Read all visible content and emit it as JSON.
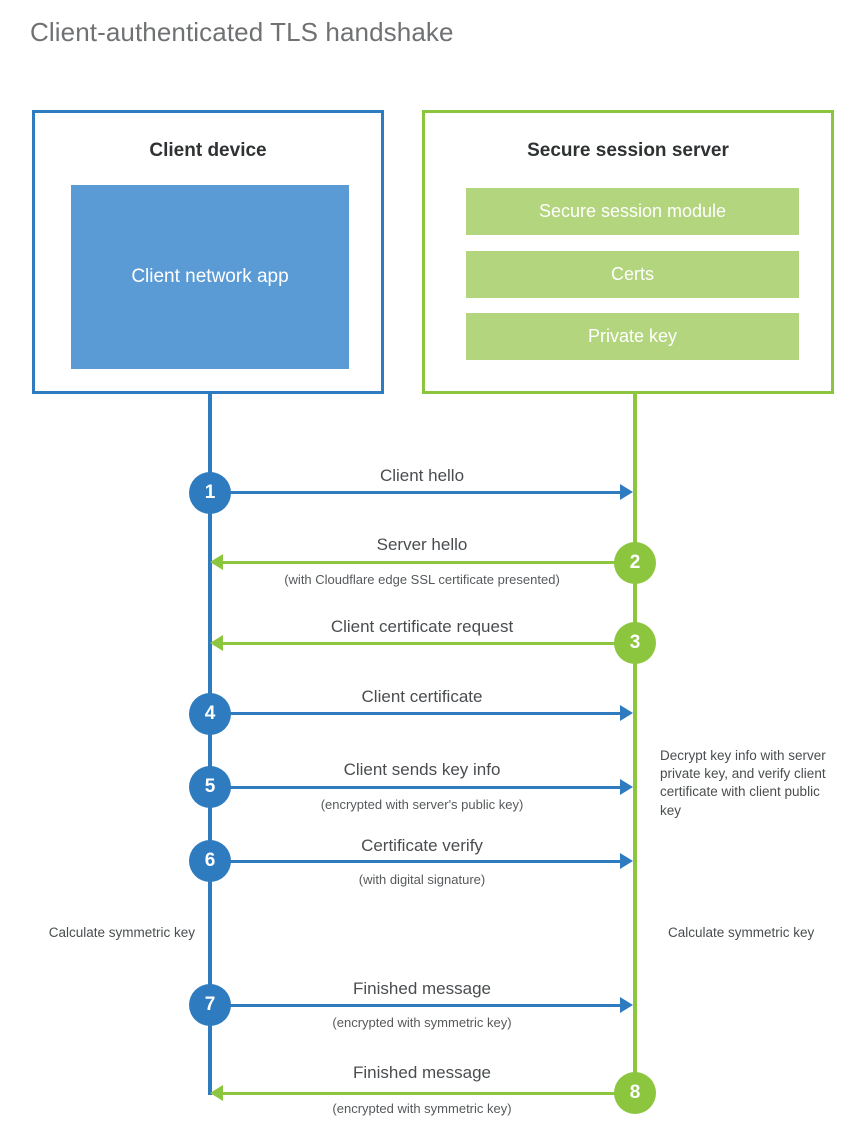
{
  "title": "Client-authenticated TLS handshake",
  "colors": {
    "client_blue": "#2e7cbf",
    "client_app_blue": "#5b9bd5",
    "server_green": "#8cc63f",
    "server_bar_green": "#b3d57d",
    "title_gray": "#6f7173",
    "label_gray": "#4a4d4f"
  },
  "client": {
    "title": "Client device",
    "app_label": "Client network app"
  },
  "server": {
    "title": "Secure session server",
    "bars": [
      {
        "label": "Secure session module"
      },
      {
        "label": "Certs"
      },
      {
        "label": "Private key"
      }
    ]
  },
  "notes": {
    "server_decrypt": "Decrypt key info with server private key, and verify client certificate with client public key",
    "client_calculate": "Calculate symmetric key",
    "server_calculate": "Calculate symmetric key"
  },
  "steps": [
    {
      "number": "1",
      "label": "Client hello",
      "sub": "",
      "direction": "right",
      "color": "blue"
    },
    {
      "number": "2",
      "label": "Server hello",
      "sub": "(with Cloudflare edge SSL certificate presented)",
      "direction": "left",
      "color": "green"
    },
    {
      "number": "3",
      "label": "Client certificate request",
      "sub": "",
      "direction": "left",
      "color": "green"
    },
    {
      "number": "4",
      "label": "Client certificate",
      "sub": "",
      "direction": "right",
      "color": "blue"
    },
    {
      "number": "5",
      "label": "Client sends key info",
      "sub": "(encrypted with server's public key)",
      "direction": "right",
      "color": "blue"
    },
    {
      "number": "6",
      "label": "Certificate verify",
      "sub": "(with digital signature)",
      "direction": "right",
      "color": "blue"
    },
    {
      "number": "7",
      "label": "Finished message",
      "sub": "(encrypted with symmetric key)",
      "direction": "right",
      "color": "blue"
    },
    {
      "number": "8",
      "label": "Finished message",
      "sub": "(encrypted with symmetric key)",
      "direction": "left",
      "color": "green"
    }
  ],
  "chart_data": {
    "type": "sequence-diagram",
    "title": "Client-authenticated TLS handshake",
    "participants": [
      "Client device",
      "Secure session server"
    ],
    "messages": [
      {
        "step": 1,
        "from": "Client device",
        "to": "Secure session server",
        "label": "Client hello"
      },
      {
        "step": 2,
        "from": "Secure session server",
        "to": "Client device",
        "label": "Server hello",
        "detail": "(with Cloudflare edge SSL certificate presented)"
      },
      {
        "step": 3,
        "from": "Secure session server",
        "to": "Client device",
        "label": "Client certificate request"
      },
      {
        "step": 4,
        "from": "Client device",
        "to": "Secure session server",
        "label": "Client certificate"
      },
      {
        "step": 5,
        "from": "Client device",
        "to": "Secure session server",
        "label": "Client sends key info",
        "detail": "(encrypted with server's public key)"
      },
      {
        "step": 6,
        "from": "Client device",
        "to": "Secure session server",
        "label": "Certificate verify",
        "detail": "(with digital signature)"
      },
      {
        "step": 7,
        "from": "Client device",
        "to": "Secure session server",
        "label": "Finished message",
        "detail": "(encrypted with symmetric key)"
      },
      {
        "step": 8,
        "from": "Secure session server",
        "to": "Client device",
        "label": "Finished message",
        "detail": "(encrypted with symmetric key)"
      }
    ]
  }
}
